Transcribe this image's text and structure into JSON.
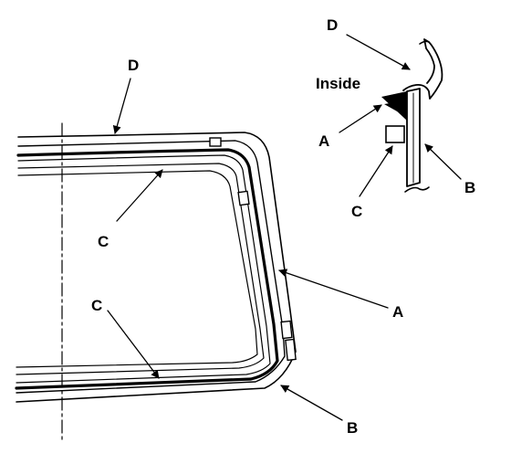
{
  "labels": {
    "main_top_d": "D",
    "main_upper_c": "C",
    "main_lower_c": "C",
    "main_right_a": "A",
    "main_bottom_b": "B",
    "inset_d": "D",
    "inset_inside": "Inside",
    "inset_a": "A",
    "inset_c": "C",
    "inset_b": "B"
  }
}
